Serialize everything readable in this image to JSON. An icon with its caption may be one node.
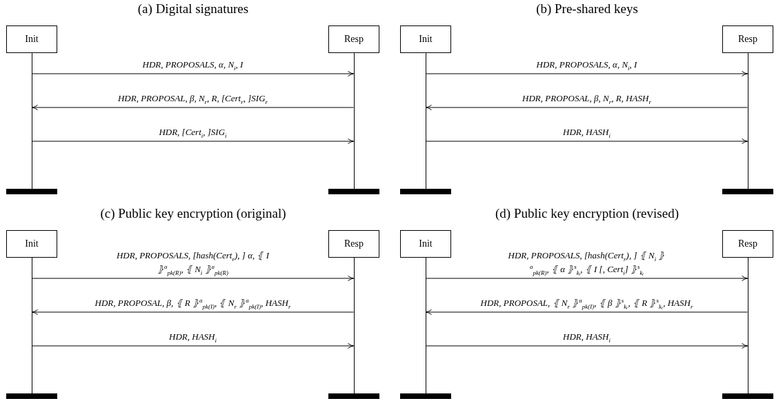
{
  "diagram": {
    "nodes": [
      {
        "text": [
          "Init"
        ]
      },
      {
        "text": [
          "Resp"
        ]
      },
      {
        "text": [],
        "shape": "line"
      },
      {
        "text": [],
        "shape": "line"
      },
      {
        "text": [
          "Init"
        ]
      },
      {
        "text": [
          "Resp"
        ]
      },
      {
        "text": [],
        "shape": "line"
      },
      {
        "text": [],
        "shape": "line"
      },
      {
        "text": [
          "Init"
        ]
      },
      {
        "text": [
          "Resp"
        ]
      },
      {
        "text": [],
        "shape": "line"
      },
      {
        "text": [],
        "shape": "line"
      },
      {
        "text": [
          "Init"
        ]
      },
      {
        "text": [
          "Resp"
        ]
      },
      {
        "text": [],
        "shape": "line"
      },
      {
        "text": [],
        "shape": "line"
      }
    ],
    "edges": [
      {
        "from": 2,
        "to": 3,
        "arrow": "to",
        "label": "HDR, PROPOSALS, α, N$_{i}$, I"
      },
      {
        "from": 3,
        "to": 2,
        "arrow": "to",
        "label": "HDR, PROPOSAL, β, N$_{r}$, R, [Cert$_{r}$, ]SIG$_{r}$"
      },
      {
        "from": 2,
        "to": 3,
        "arrow": "to",
        "label": "HDR, [Cert$_{i}$, ]SIG$_{i}$"
      },
      {
        "from": 6,
        "to": 7,
        "arrow": "to",
        "label": "HDR, PROPOSALS, α, N$_{i}$, I"
      },
      {
        "from": 7,
        "to": 6,
        "arrow": "to",
        "label": "HDR, PROPOSAL, β, N$_{r}$, R, HASH$_{r}$"
      },
      {
        "from": 6,
        "to": 7,
        "arrow": "to",
        "label": "HDR, HASH$_{i}$"
      },
      {
        "from": 10,
        "to": 11,
        "arrow": "to",
        "label": "HDR, PROPOSALS, [hash(Cert$_{r}$), ] α, ⦃ I ⦄$^{a}$$_{pk(R)}$, ⦃ N$_{i}$ ⦄$^{a}$$_{pk(R)}$"
      },
      {
        "from": 11,
        "to": 10,
        "arrow": "to",
        "label": "HDR, PROPOSAL, β, ⦃ R ⦄$^{a}$$_{pk(I)}$, ⦃ N$_{r}$ ⦄$^{a}$$_{pk(I)}$, HASH$_{r}$"
      },
      {
        "from": 10,
        "to": 11,
        "arrow": "to",
        "label": "HDR, HASH$_{i}$"
      },
      {
        "from": 14,
        "to": 15,
        "arrow": "to",
        "label": "HDR, PROPOSALS, [hash(Cert$_{r}$), ] ⦃ N$_{i}$ ⦄$^{a}$$_{pk(R)}$, ⦃ α ⦄$^{s}$$_{kᵢ}$, ⦃ I [, Cert$_{i}$] ⦄$^{s}$$_{kᵢ}$"
      },
      {
        "from": 15,
        "to": 14,
        "arrow": "to",
        "label": "HDR, PROPOSAL, ⦃ N$_{r}$ ⦄$^{a}$$_{pk(I)}$, ⦃ β ⦄$^{s}$$_{kᵣ}$, ⦃ R ⦄$^{s}$$_{kᵣ}$, HASH$_{r}$"
      },
      {
        "from": 14,
        "to": 15,
        "arrow": "to",
        "label": "HDR, HASH$_{i}$"
      }
    ],
    "labels": [
      "(a) Digital signatures",
      "(b) Pre-shared keys",
      "(c) Public key encryption (original)",
      "(d) Public key encryption (revised)"
    ]
  }
}
